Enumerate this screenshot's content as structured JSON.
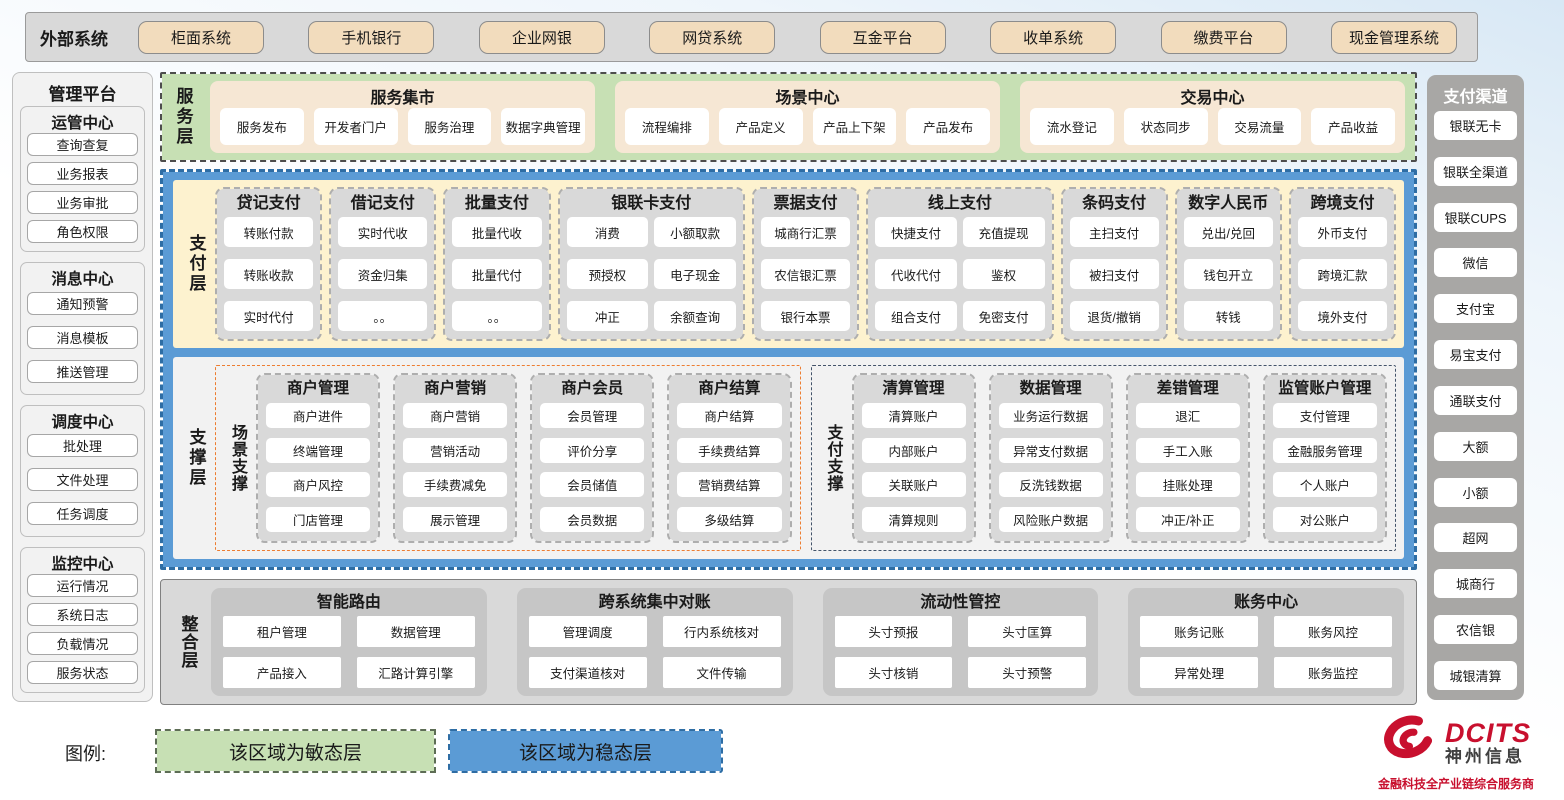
{
  "external": {
    "label": "外部系统",
    "items": [
      "柜面系统",
      "手机银行",
      "企业网银",
      "网贷系统",
      "互金平台",
      "收单系统",
      "缴费平台",
      "现金管理系统"
    ]
  },
  "management": {
    "title": "管理平台",
    "groups": [
      {
        "title": "运管中心",
        "items": [
          "查询查复",
          "业务报表",
          "业务审批",
          "角色权限"
        ]
      },
      {
        "title": "消息中心",
        "items": [
          "通知预警",
          "消息模板",
          "推送管理"
        ]
      },
      {
        "title": "调度中心",
        "items": [
          "批处理",
          "文件处理",
          "任务调度"
        ]
      },
      {
        "title": "监控中心",
        "items": [
          "运行情况",
          "系统日志",
          "负载情况",
          "服务状态"
        ]
      }
    ]
  },
  "service_layer": {
    "label": "服务层",
    "groups": [
      {
        "title": "服务集市",
        "items": [
          "服务发布",
          "开发者门户",
          "服务治理",
          "数据字典管理"
        ]
      },
      {
        "title": "场景中心",
        "items": [
          "流程编排",
          "产品定义",
          "产品上下架",
          "产品发布"
        ]
      },
      {
        "title": "交易中心",
        "items": [
          "流水登记",
          "状态同步",
          "交易流量",
          "产品收益"
        ]
      }
    ]
  },
  "payment_layer": {
    "label": "支付层",
    "columns": [
      {
        "title": "贷记支付",
        "cols": 1,
        "items": [
          "转账付款",
          "转账收款",
          "实时代付"
        ]
      },
      {
        "title": "借记支付",
        "cols": 1,
        "items": [
          "实时代收",
          "资金归集",
          "。。"
        ]
      },
      {
        "title": "批量支付",
        "cols": 1,
        "items": [
          "批量代收",
          "批量代付",
          "。。"
        ]
      },
      {
        "title": "银联卡支付",
        "cols": 2,
        "items": [
          "消费",
          "小额取款",
          "预授权",
          "电子现金",
          "冲正",
          "余额查询"
        ]
      },
      {
        "title": "票据支付",
        "cols": 1,
        "items": [
          "城商行汇票",
          "农信银汇票",
          "银行本票"
        ]
      },
      {
        "title": "线上支付",
        "cols": 2,
        "items": [
          "快捷支付",
          "充值提现",
          "代收代付",
          "鉴权",
          "组合支付",
          "免密支付"
        ]
      },
      {
        "title": "条码支付",
        "cols": 1,
        "items": [
          "主扫支付",
          "被扫支付",
          "退货/撤销"
        ]
      },
      {
        "title": "数字人民币",
        "cols": 1,
        "items": [
          "兑出/兑回",
          "钱包开立",
          "转钱"
        ]
      },
      {
        "title": "跨境支付",
        "cols": 1,
        "items": [
          "外币支付",
          "跨境汇款",
          "境外支付"
        ]
      }
    ]
  },
  "support_layer": {
    "label": "支撑层",
    "sections": [
      {
        "label": "场景支撑",
        "accent": "#ED7D31",
        "columns": [
          {
            "title": "商户管理",
            "items": [
              "商户进件",
              "终端管理",
              "商户风控",
              "门店管理"
            ]
          },
          {
            "title": "商户营销",
            "items": [
              "商户营销",
              "营销活动",
              "手续费减免",
              "展示管理"
            ]
          },
          {
            "title": "商户会员",
            "items": [
              "会员管理",
              "评价分享",
              "会员储值",
              "会员数据"
            ]
          },
          {
            "title": "商户结算",
            "items": [
              "商户结算",
              "手续费结算",
              "营销费结算",
              "多级结算"
            ]
          }
        ]
      },
      {
        "label": "支付支撑",
        "accent": "#44546A",
        "columns": [
          {
            "title": "清算管理",
            "items": [
              "清算账户",
              "内部账户",
              "关联账户",
              "清算规则"
            ]
          },
          {
            "title": "数据管理",
            "items": [
              "业务运行数据",
              "异常支付数据",
              "反洗钱数据",
              "风险账户数据"
            ]
          },
          {
            "title": "差错管理",
            "items": [
              "退汇",
              "手工入账",
              "挂账处理",
              "冲正/补正"
            ]
          },
          {
            "title": "监管账户管理",
            "items": [
              "支付管理",
              "金融服务管理",
              "个人账户",
              "对公账户"
            ]
          }
        ]
      }
    ]
  },
  "integration_layer": {
    "label": "整合层",
    "groups": [
      {
        "title": "智能路由",
        "items": [
          "租户管理",
          "数据管理",
          "产品接入",
          "汇路计算引擎"
        ]
      },
      {
        "title": "跨系统集中对账",
        "items": [
          "管理调度",
          "行内系统核对",
          "支付渠道核对",
          "文件传输"
        ]
      },
      {
        "title": "流动性管控",
        "items": [
          "头寸预报",
          "头寸匡算",
          "头寸核销",
          "头寸预警"
        ]
      },
      {
        "title": "账务中心",
        "items": [
          "账务记账",
          "账务风控",
          "异常处理",
          "账务监控"
        ]
      }
    ]
  },
  "channels": {
    "title": "支付渠道",
    "items": [
      "银联无卡",
      "银联全渠道",
      "银联CUPS",
      "微信",
      "支付宝",
      "易宝支付",
      "通联支付",
      "大额",
      "小额",
      "超网",
      "城商行",
      "农信银",
      "城银清算"
    ]
  },
  "legend": {
    "label": "图例:",
    "agile": "该区域为敏态层",
    "stable": "该区域为稳态层"
  },
  "branding": {
    "name": "DCITS",
    "company": "神州信息",
    "tagline": "金融科技全产业链综合服务商"
  },
  "colors": {
    "stable_blue": "#5B9BD5",
    "agile_green": "#C7E0B4",
    "payment_bg": "#FDF2CF",
    "scene_support_accent": "#ED7D31",
    "payment_support_accent": "#44546A",
    "external_box": "#F2DCBD",
    "brand_red": "#C8102E"
  }
}
